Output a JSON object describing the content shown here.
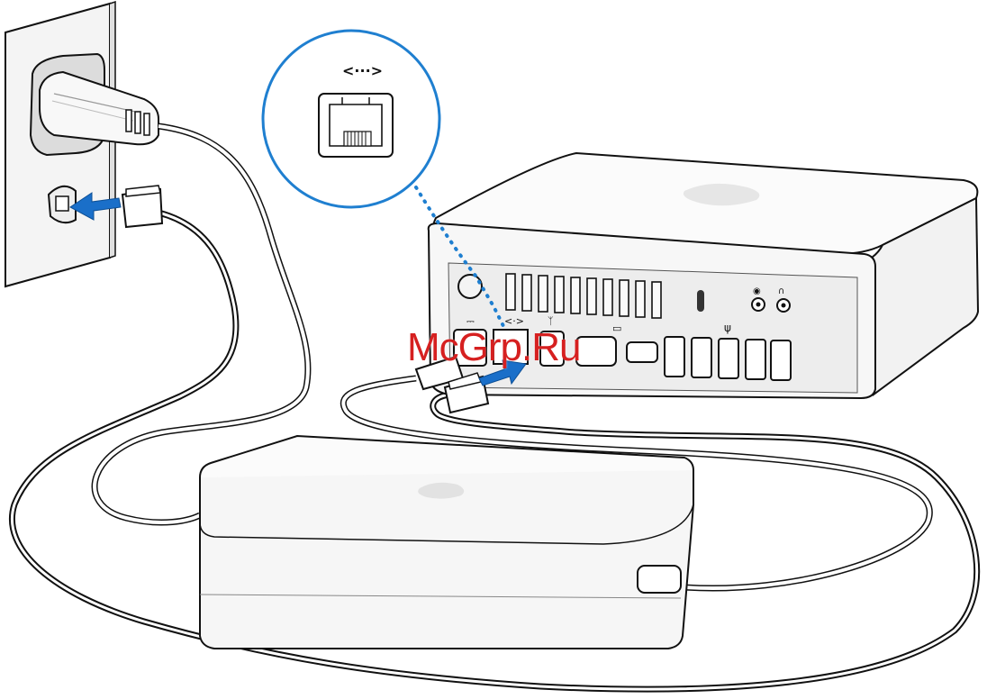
{
  "scene": {
    "devices": [
      "wall-outlet",
      "power-plug",
      "phone-jack",
      "modem-cable",
      "mac-mini",
      "power-adapter",
      "ethernet-zoom-callout"
    ],
    "highlight_color": "#1f7fd0",
    "arrow_color": "#1a6fc9"
  },
  "callout": {
    "icon": "ethernet-port-icon",
    "symbol": "<···>"
  },
  "ports": {
    "ethernet_symbol": "<·>",
    "power_symbol": "⎓",
    "thunderbolt_symbol": "ᛉ",
    "display_symbol": "▭",
    "usb_symbol": "ψ",
    "audio_in_symbol": "◉",
    "headphone_symbol": "∩"
  },
  "watermark": {
    "text": "McGrp.Ru",
    "color": "#d62020"
  }
}
